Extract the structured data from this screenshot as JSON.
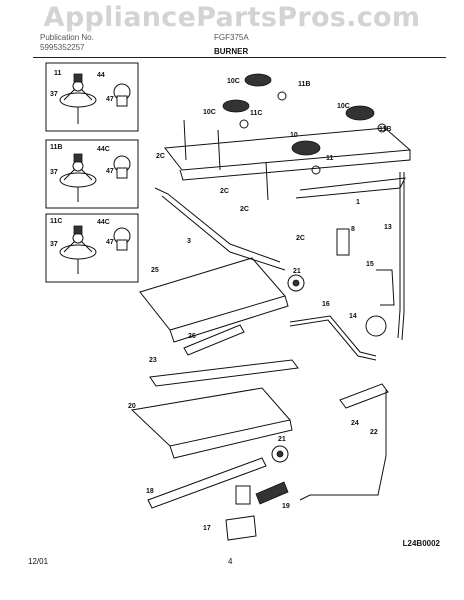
{
  "watermark": "AppliancePartsPros.com",
  "header": {
    "line1_left": "Publication No.",
    "line2_left": "5995352257",
    "line1_right": "FGF375A",
    "section_title": "BURNER"
  },
  "callouts": {
    "c11": "11",
    "c44": "44",
    "c37a": "37",
    "c47a": "47",
    "c11b_box": "11B",
    "c44c_a": "44C",
    "c37b": "37",
    "c47b": "47",
    "c11c_box": "11C",
    "c44c_b": "44C",
    "c37c": "37",
    "c47c": "47",
    "c10c_a": "10C",
    "c11b_a": "11B",
    "c10c_b": "10C",
    "c11c": "11C",
    "c10c_c": "10C",
    "c11b_b": "11B",
    "c10": "10",
    "c11_main": "11",
    "c2c_a": "2C",
    "c2c_b": "2C",
    "c2c_c": "2C",
    "c2c_d": "2C",
    "c1": "1",
    "c3": "3",
    "c8": "8",
    "c13": "13",
    "c25": "25",
    "c21a": "21",
    "c15": "15",
    "c16": "16",
    "c26": "26",
    "c14": "14",
    "c23": "23",
    "c20": "20",
    "c24": "24",
    "c21b": "21",
    "c22": "22",
    "c18": "18",
    "c19": "19",
    "c17": "17"
  },
  "footer": {
    "date": "12/01",
    "page": "4",
    "diagram_code": "L24B0002"
  }
}
